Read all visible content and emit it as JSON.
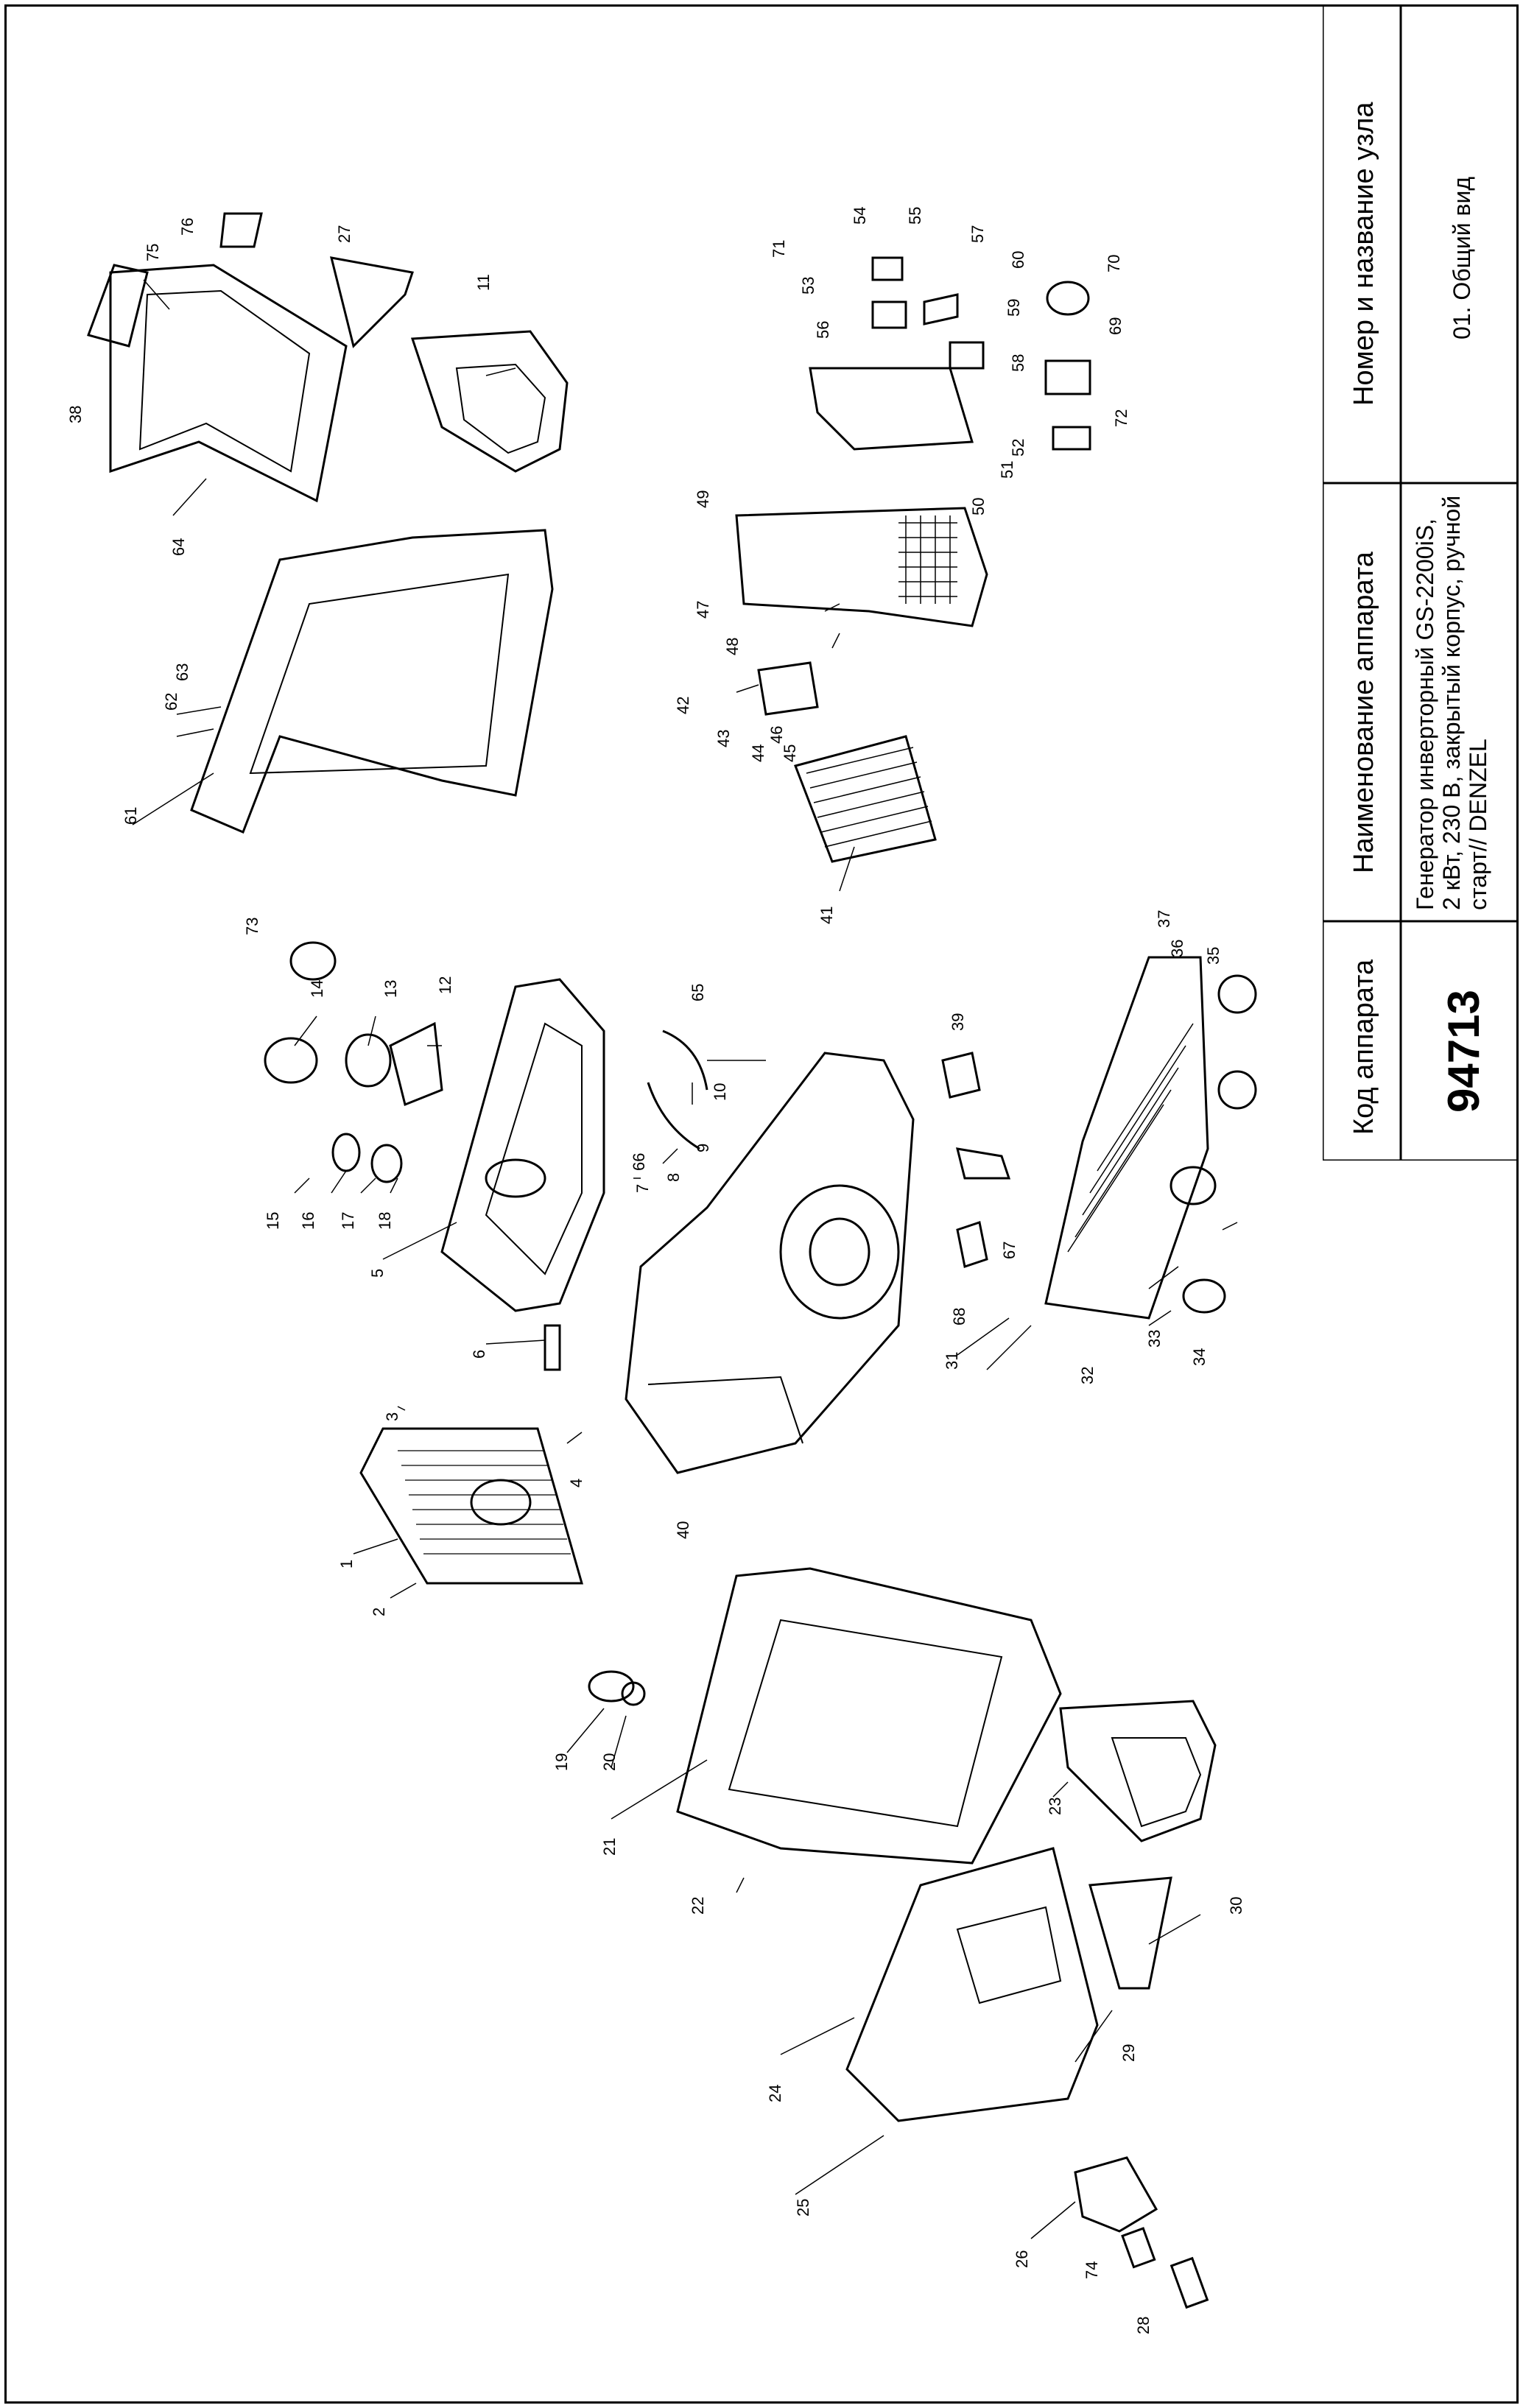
{
  "title_block": {
    "code_header": "Код аппарата",
    "name_header": "Наименование аппарата",
    "node_header": "Номер и название узла",
    "code_value": "94713",
    "name_value_line1": "Генератор инверторный GS-2200iS,",
    "name_value_line2": "2 кВт, 230 В, закрытый корпус, ручной",
    "name_value_line3": "старт// DENZEL",
    "node_value": "01. Общий вид"
  },
  "callouts": [
    "1",
    "2",
    "3",
    "4",
    "5",
    "6",
    "7",
    "8",
    "9",
    "10",
    "11",
    "12",
    "13",
    "14",
    "15",
    "16",
    "17",
    "18",
    "19",
    "20",
    "21",
    "22",
    "23",
    "24",
    "25",
    "26",
    "27",
    "28",
    "29",
    "30",
    "31",
    "32",
    "33",
    "34",
    "35",
    "36",
    "37",
    "38",
    "39",
    "40",
    "41",
    "42",
    "43",
    "44",
    "45",
    "46",
    "47",
    "48",
    "49",
    "50",
    "51",
    "52",
    "53",
    "54",
    "55",
    "56",
    "57",
    "58",
    "59",
    "60",
    "61",
    "62",
    "63",
    "64",
    "65",
    "66",
    "67",
    "68",
    "69",
    "70",
    "71",
    "72",
    "73",
    "74",
    "75",
    "76"
  ]
}
